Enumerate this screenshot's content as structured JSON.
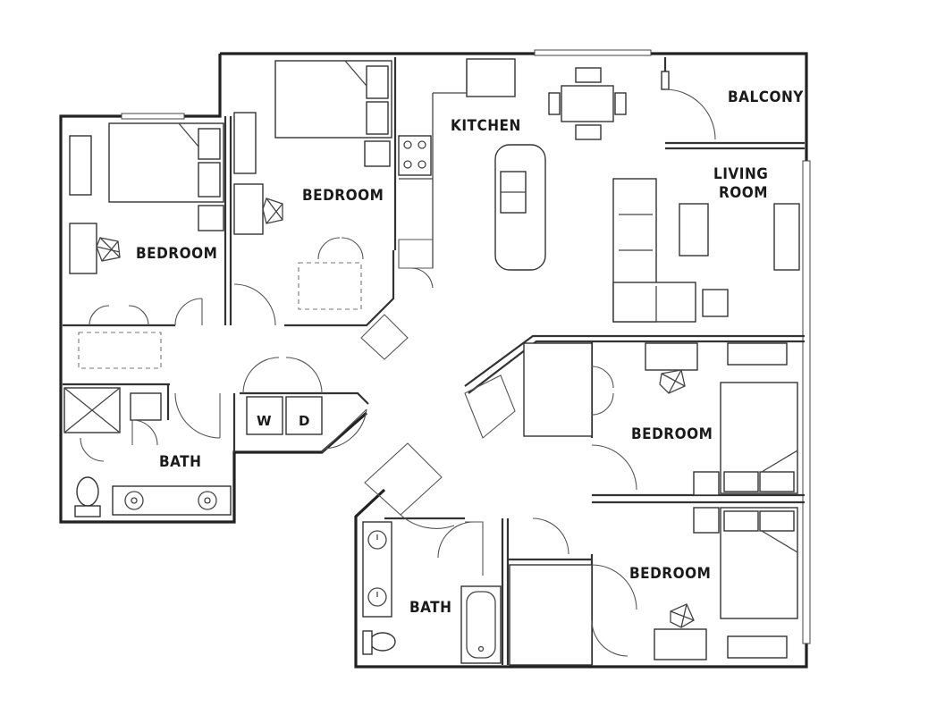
{
  "rooms": {
    "bedroom_1": "BEDROOM",
    "bedroom_2": "BEDROOM",
    "kitchen": "KITCHEN",
    "balcony": "BALCONY",
    "living_room_line1": "LIVING",
    "living_room_line2": "ROOM",
    "bath_1": "BATH",
    "bedroom_3": "BEDROOM",
    "bedroom_4": "BEDROOM",
    "bath_2": "BATH"
  },
  "appliances": {
    "washer": "W",
    "dryer": "D"
  },
  "icons": {
    "desk_chair": "desk-chair-icon",
    "sink": "sink-icon",
    "toilet": "toilet-icon",
    "stove": "stove-icon"
  }
}
